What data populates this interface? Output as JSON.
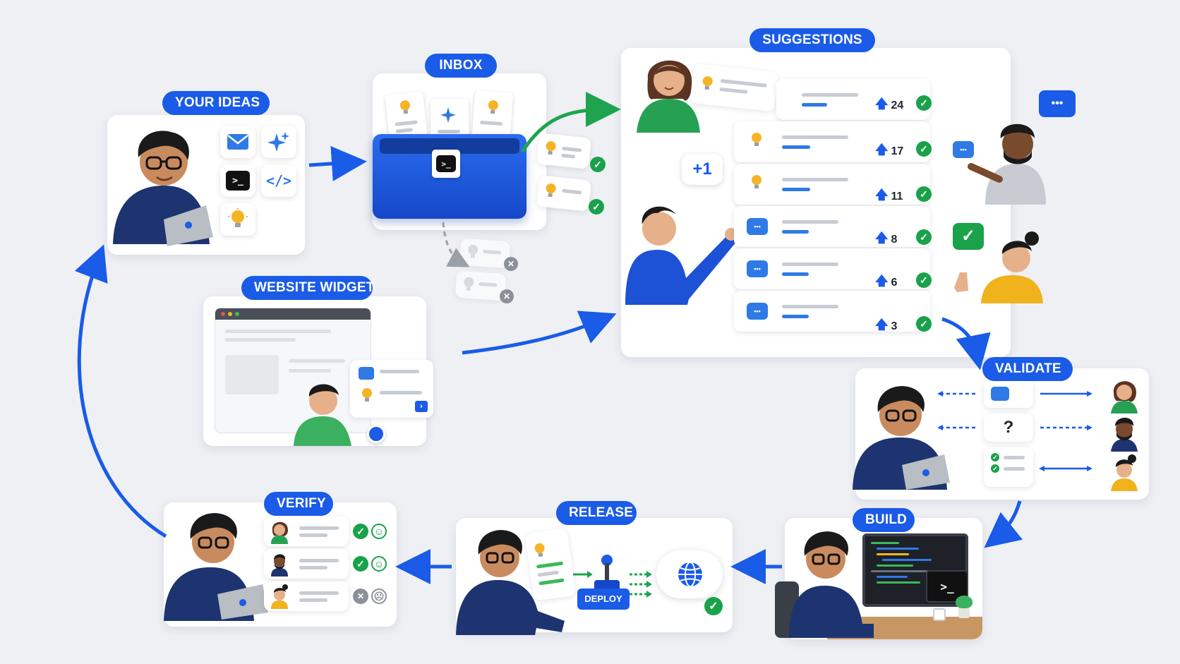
{
  "stages": {
    "your_ideas": "YOUR IDEAS",
    "inbox": "INBOX",
    "suggestions": "SUGGESTIONS",
    "website_widget": "WEBSITE WIDGET",
    "validate": "VALIDATE",
    "build": "BUILD",
    "release": "RELEASE",
    "verify": "VERIFY"
  },
  "suggestions": {
    "plus_one": "+1",
    "rows": [
      {
        "kind": "lightbulb",
        "votes": "24"
      },
      {
        "kind": "lightbulb",
        "votes": "17"
      },
      {
        "kind": "lightbulb",
        "votes": "11"
      },
      {
        "kind": "chat",
        "votes": "8"
      },
      {
        "kind": "chat",
        "votes": "6"
      },
      {
        "kind": "chat",
        "votes": "3"
      }
    ]
  },
  "validate": {
    "question_mark": "?"
  },
  "release": {
    "deploy_label": "DEPLOY"
  },
  "terminal_prompt": ">_",
  "code_tag": "</>",
  "speech_dots": "•••",
  "colors": {
    "accent": "#1a5be8",
    "check_green": "#19a24a",
    "flow_green": "#1ea44f",
    "background": "#eef0f4",
    "skin": "#c98b5e",
    "sweater": "#1d3470"
  }
}
